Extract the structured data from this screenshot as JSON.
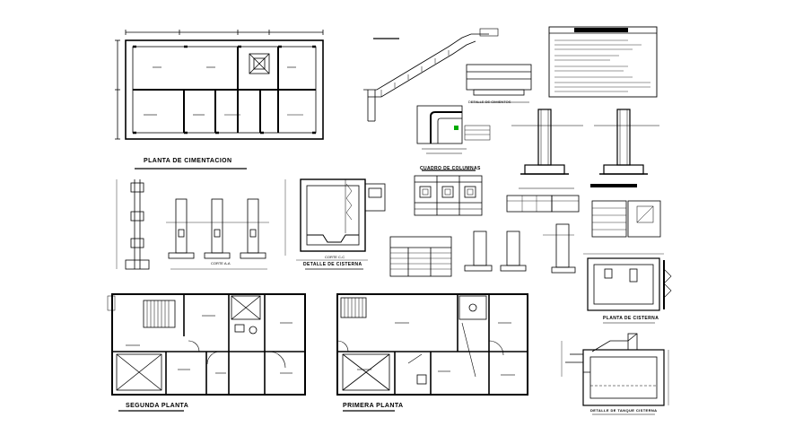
{
  "labels": {
    "planta_cimentacion": "PLANTA DE CIMENTACION",
    "segunda_planta": "SEGUNDA PLANTA",
    "primera_planta": "PRIMERA PLANTA",
    "detalle_cisterna": "DETALLE DE CISTERNA",
    "cuadro_columnas": "CUADRO DE COLUMNAS",
    "planta_cisterna": "PLANTA DE CISTERNA",
    "detalle_tanque_cisterna": "DETALLE DE TANQUE CISTERNA",
    "detalle_cimientos": "DETALLE DE CIMIENTOS",
    "corte_1": "CORTE C-C",
    "corte_2": "CORTE A-A"
  },
  "colors": {
    "line": "#000000",
    "accent": "#00aa00",
    "background": "#ffffff"
  }
}
